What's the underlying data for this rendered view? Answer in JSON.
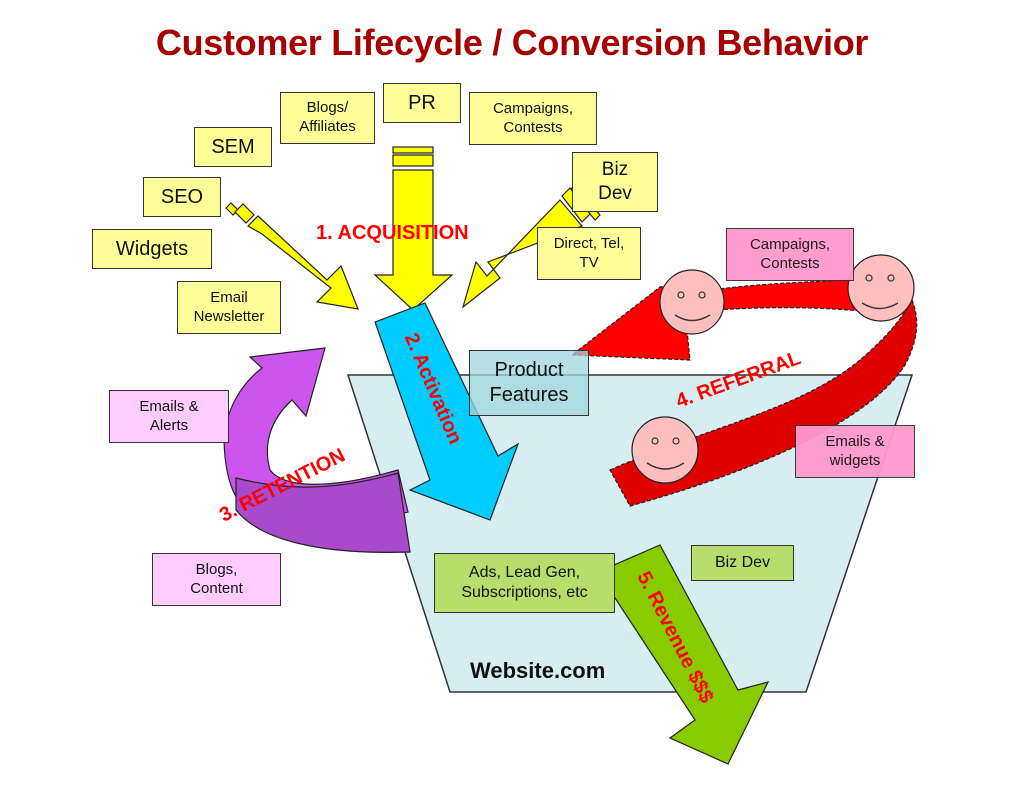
{
  "title": "Customer Lifecycle / Conversion Behavior",
  "colors": {
    "title": "#a60000",
    "stage_label": "#ff0000",
    "acquisition_arrow": "#ffff00",
    "activation_arrow": "#00ccff",
    "retention_arrow": "#cc55ee",
    "referral_arrow": "#ee0000",
    "revenue_arrow": "#88cc00",
    "funnel": "#d6edf1",
    "face": "#ffbfbf"
  },
  "stages": {
    "acquisition": "1. ACQUISITION",
    "activation": "2. Activation",
    "retention": "3. RETENTION",
    "referral": "4. REFERRAL",
    "revenue": "5. Revenue $$$"
  },
  "acquisition_sources": {
    "seo": "SEO",
    "sem": "SEM",
    "blogs_affiliates": "Blogs/\nAffiliates",
    "pr": "PR",
    "campaigns_contests": "Campaigns,\nContests",
    "biz_dev": "Biz\nDev",
    "direct_tel_tv": "Direct, Tel,\nTV",
    "widgets": "Widgets",
    "email_newsletter": "Email\nNewsletter"
  },
  "retention_channels": {
    "emails_alerts": "Emails &\nAlerts",
    "blogs_content": "Blogs,\nContent"
  },
  "referral_channels": {
    "campaigns_contests": "Campaigns,\nContests",
    "emails_widgets": "Emails &\nwidgets"
  },
  "website": {
    "name": "Website.com",
    "product_features": "Product\nFeatures",
    "revenue_sources": "Ads, Lead Gen,\nSubscriptions, etc",
    "biz_dev": "Biz Dev"
  }
}
